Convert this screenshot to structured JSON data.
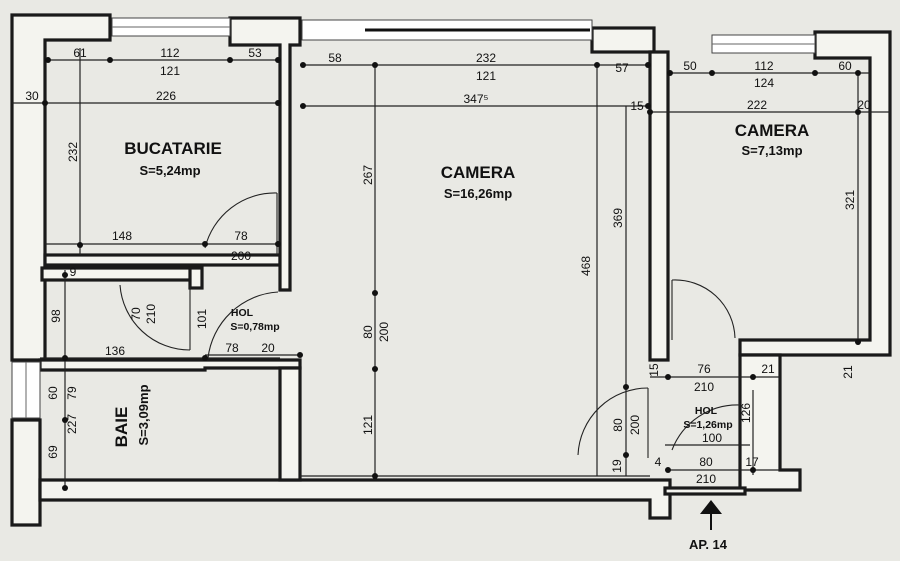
{
  "rooms": {
    "bucatarie": {
      "name": "BUCATARIE",
      "area": "S=5,24mp"
    },
    "camera_main": {
      "name": "CAMERA",
      "area": "S=16,26mp"
    },
    "camera_right": {
      "name": "CAMERA",
      "area": "S=7,13mp"
    },
    "baie": {
      "name": "BAIE",
      "area": "S=3,09mp"
    },
    "hol_left": {
      "name": "HOL",
      "area": "S=0,78mp"
    },
    "hol_right": {
      "name": "HOL",
      "area": "S=1,26mp"
    }
  },
  "apartment_label": "AP. 14",
  "dims": {
    "d61": "61",
    "d112a": "112",
    "d53": "53",
    "d121a": "121",
    "d30": "30",
    "d226": "226",
    "d232v": "232",
    "d148": "148",
    "d78a": "78",
    "d200a": "200",
    "d9": "9",
    "d98": "98",
    "d70": "70",
    "d210a": "210",
    "d101": "101",
    "d136": "136",
    "d78b": "78",
    "d20a": "20",
    "d60": "60",
    "d79": "79",
    "d227": "227",
    "d69": "69",
    "d58": "58",
    "d232": "232",
    "d121b": "121",
    "d57": "57",
    "d347": "347⁵",
    "d15a": "15",
    "d267": "267",
    "d80a": "80",
    "d200b": "200",
    "d121c": "121",
    "d369": "369",
    "d468": "468",
    "d50": "50",
    "d112b": "112",
    "d124": "124",
    "d60b": "60",
    "d222": "222",
    "d20b": "20",
    "d321": "321",
    "d15b": "15",
    "d76": "76",
    "d210b": "210",
    "d21a": "21",
    "d21b": "21",
    "d80b": "80",
    "d200c": "200",
    "d126": "126",
    "d100": "100",
    "d19": "19",
    "d4": "4",
    "d80c": "80",
    "d17": "17",
    "d210c": "210"
  }
}
